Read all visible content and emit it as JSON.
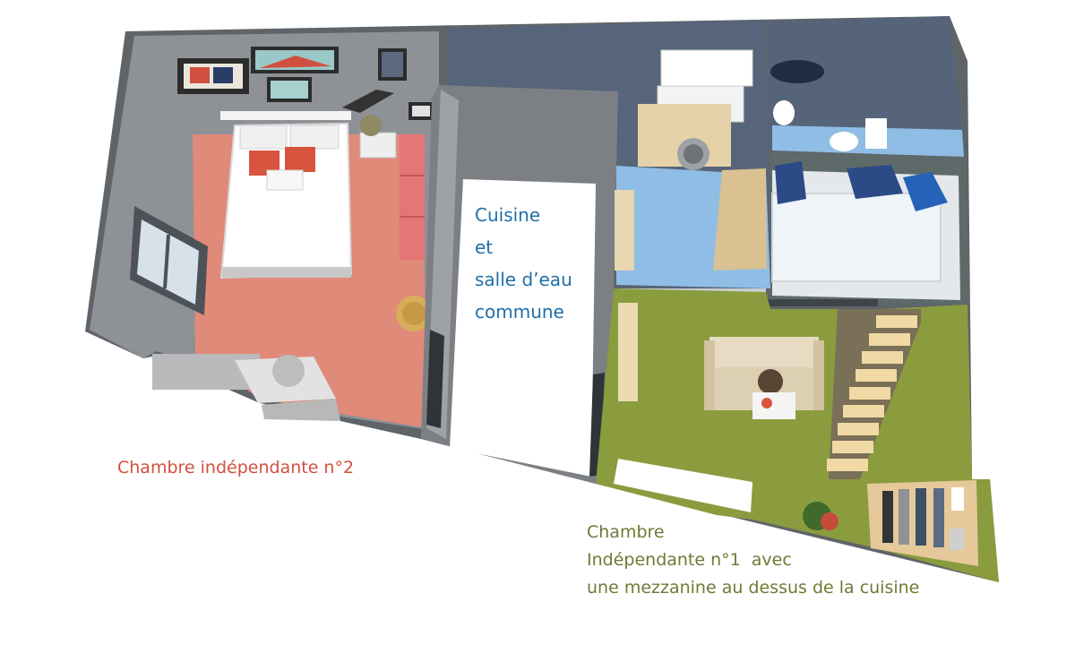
{
  "labels": {
    "kitchen": {
      "line1": "Cuisine",
      "line2": "et",
      "line3": "salle d’eau",
      "line4": "commune"
    },
    "room2": {
      "text": "Chambre indépendante n°2"
    },
    "room1": {
      "line1": "Chambre",
      "line2": "Indépendante n°1",
      "line2b": "avec",
      "line3": "une mezzanine au dessus de la cuisine"
    }
  },
  "colors": {
    "room2_floor": "#e08a7a",
    "kitchen_floor": "#8fbde6",
    "room1_floor": "#8a9c3e",
    "wall_gray": "#8e9196",
    "wall_blue": "#5b6a80",
    "label_blue": "#1f6fa8",
    "label_red": "#d14f3f",
    "label_olive": "#6f7a35"
  }
}
